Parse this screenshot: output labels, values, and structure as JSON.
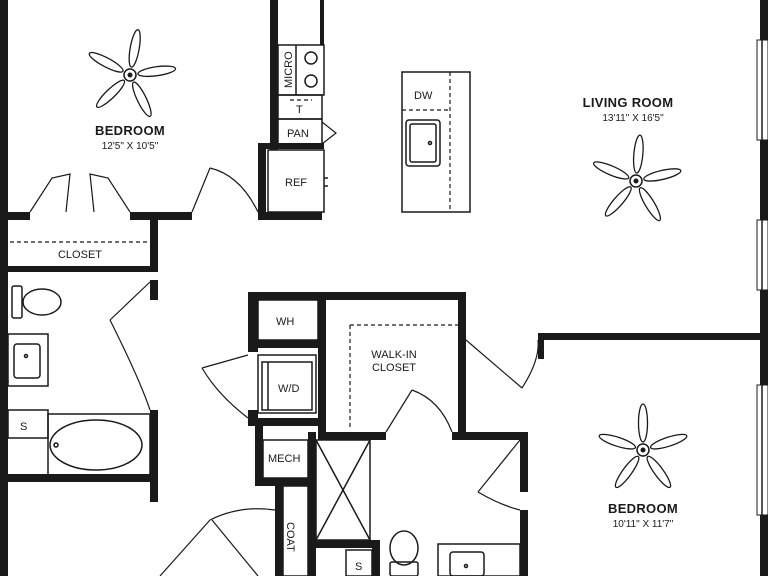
{
  "rooms": {
    "bedroom_nw": {
      "name": "BEDROOM",
      "dims": "12'5\" X 10'5\""
    },
    "living": {
      "name": "LIVING ROOM",
      "dims": "13'11\" X 16'5\""
    },
    "bedroom_se": {
      "name": "BEDROOM",
      "dims": "10'11\" X 11'7\""
    },
    "walk_in": {
      "line1": "WALK-IN",
      "line2": "CLOSET"
    }
  },
  "labels": {
    "micro": "MICRO",
    "t": "T",
    "pan": "PAN",
    "ref": "REF",
    "dw": "DW",
    "closet": "CLOSET",
    "wh": "WH",
    "wd": "W/D",
    "mech": "MECH",
    "coat": "COAT",
    "s_left": "S",
    "s_bottom": "S"
  }
}
